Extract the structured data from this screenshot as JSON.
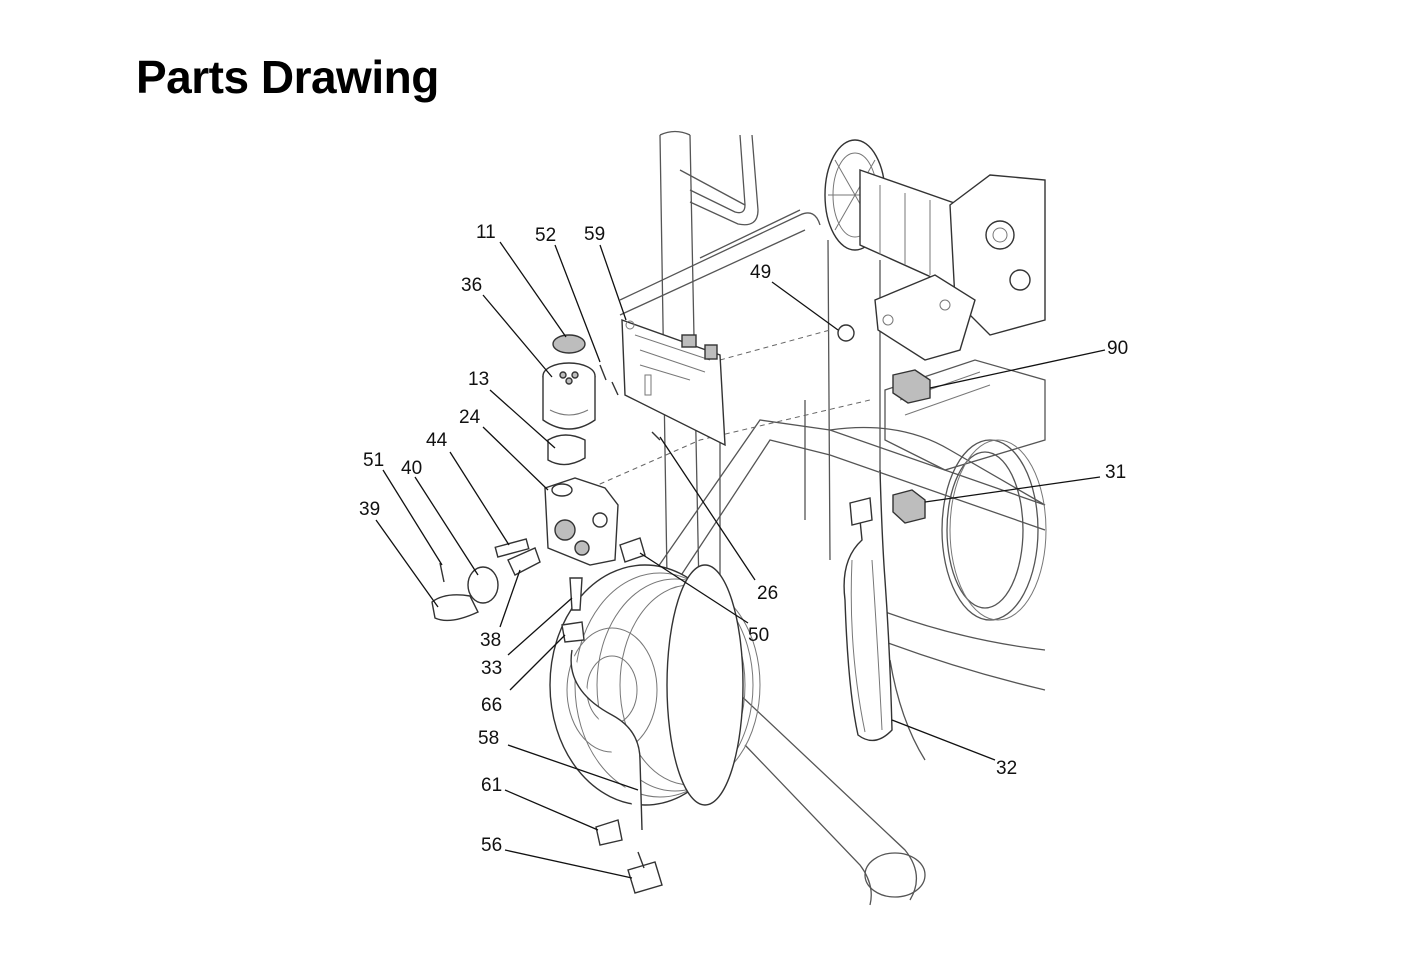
{
  "page": {
    "title": "Parts Drawing"
  },
  "callouts": {
    "c11": "11",
    "c52": "52",
    "c59": "59",
    "c36": "36",
    "c49": "49",
    "c90": "90",
    "c13": "13",
    "c24": "24",
    "c44": "44",
    "c51": "51",
    "c40": "40",
    "c39": "39",
    "c31": "31",
    "c26": "26",
    "c50": "50",
    "c38": "38",
    "c33": "33",
    "c66": "66",
    "c58": "58",
    "c61": "61",
    "c56": "56",
    "c32": "32"
  }
}
